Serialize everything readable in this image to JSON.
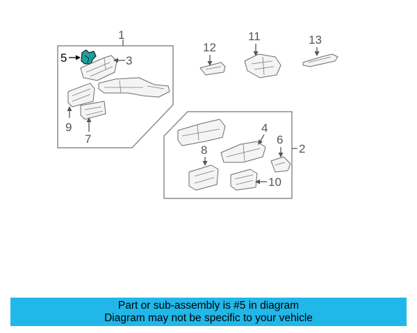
{
  "callouts": {
    "c1": "1",
    "c2": "2",
    "c3": "3",
    "c4": "4",
    "c5": "5",
    "c6": "6",
    "c7": "7",
    "c8": "8",
    "c9": "9",
    "c10": "10",
    "c11": "11",
    "c12": "12",
    "c13": "13"
  },
  "highlight": {
    "part_number": "5",
    "color": "#1f9fa0"
  },
  "banner": {
    "line1": "Part or sub-assembly is #5 in diagram",
    "line2": "Diagram may not be specific to your vehicle",
    "background": "#21b7e9"
  }
}
